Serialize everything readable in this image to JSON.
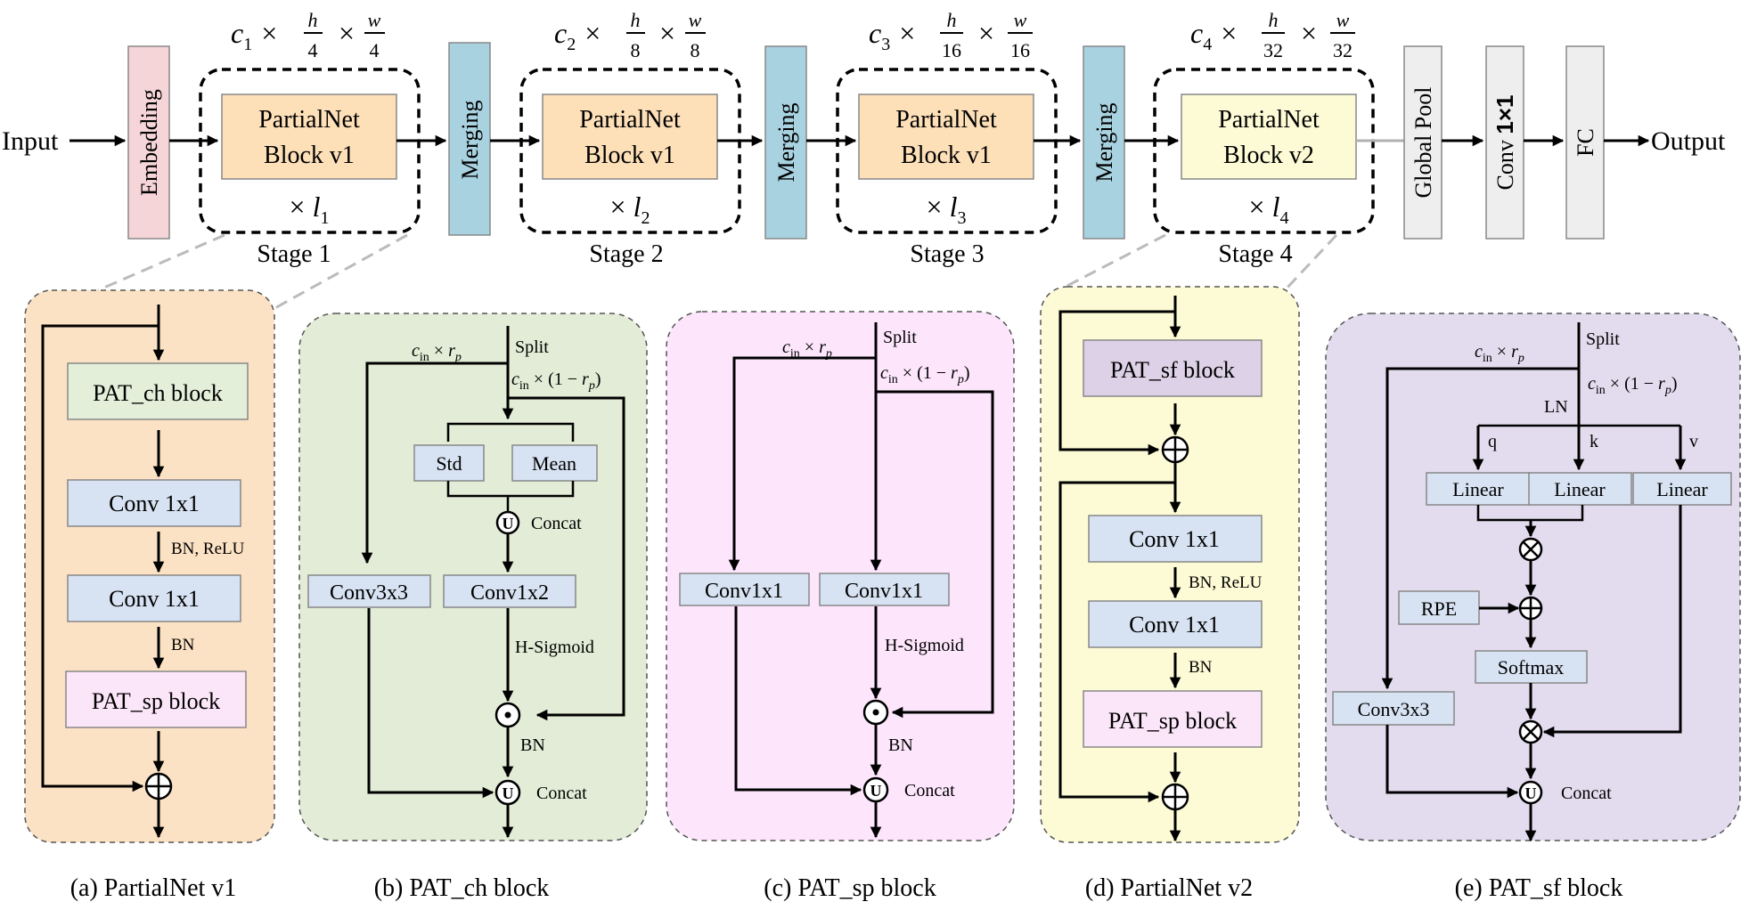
{
  "top": {
    "input": "Input",
    "output": "Output",
    "embedding": "Embedding",
    "merging": "Merging",
    "global_pool": "Global Pool",
    "conv": "Conv",
    "conv_size": "1×1",
    "fc": "FC",
    "block_v1_line1": "PartialNet",
    "block_v1_line2": "Block v1",
    "block_v2_line1": "PartialNet",
    "block_v2_line2": "Block v2",
    "times": "×",
    "layer_symbol": "l",
    "channel_symbol": "c",
    "h_symbol": "h",
    "w_symbol": "w",
    "stages": [
      {
        "label": "Stage 1",
        "idx": "1",
        "div": "4"
      },
      {
        "label": "Stage 2",
        "idx": "2",
        "div": "8"
      },
      {
        "label": "Stage 3",
        "idx": "3",
        "div": "16"
      },
      {
        "label": "Stage 4",
        "idx": "4",
        "div": "32"
      }
    ]
  },
  "panel_a": {
    "caption": "(a) PartialNet v1",
    "pat_ch": "PAT_ch block",
    "conv1": "Conv 1x1",
    "conv2": "Conv 1x1",
    "bn_relu": "BN, ReLU",
    "bn": "BN",
    "pat_sp": "PAT_sp block"
  },
  "panel_b": {
    "caption": "(b) PAT_ch block",
    "split": "Split",
    "std": "Std",
    "mean": "Mean",
    "concat_top": "Concat",
    "conv3": "Conv3x3",
    "conv1x2": "Conv1x2",
    "hsig": "H-Sigmoid",
    "bn": "BN",
    "concat_bot": "Concat"
  },
  "panel_c": {
    "caption": "(c) PAT_sp block",
    "split": "Split",
    "conv_left": "Conv1x1",
    "conv_right": "Conv1x1",
    "hsig": "H-Sigmoid",
    "bn": "BN",
    "concat": "Concat"
  },
  "panel_d": {
    "caption": "(d) PartialNet v2",
    "pat_sf": "PAT_sf block",
    "conv1": "Conv 1x1",
    "conv2": "Conv 1x1",
    "bn_relu": "BN, ReLU",
    "bn": "BN",
    "pat_sp": "PAT_sp block"
  },
  "panel_e": {
    "caption": "(e) PAT_sf block",
    "split": "Split",
    "ln": "LN",
    "q": "q",
    "k": "k",
    "v": "v",
    "linear_q": "Linear",
    "linear_k": "Linear",
    "linear_v": "Linear",
    "rpe": "RPE",
    "softmax": "Softmax",
    "conv3": "Conv3x3",
    "concat": "Concat"
  },
  "math": {
    "cin_c": "c",
    "cin_sub": "in",
    "r": "r",
    "r_sub": "p",
    "times": "×",
    "one_minus": "(1 − ",
    "close_paren": ")"
  },
  "colors": {
    "embedding": "#f6d5d8",
    "merging": "#a9d2e1",
    "block_v1": "#fddfb8",
    "block_v2": "#fdfbd6",
    "gray_box": "#eeeeee",
    "panel_a": "#fce2c4",
    "panel_b": "#e2ecd6",
    "panel_c": "#fde6fc",
    "panel_d": "#fdfbd6",
    "panel_e": "#e3dcee",
    "pat_ch": "#e3efd9",
    "conv": "#d7e2f2",
    "pat_sp": "#fbe5f8",
    "pat_sf": "#dcd1e6"
  }
}
